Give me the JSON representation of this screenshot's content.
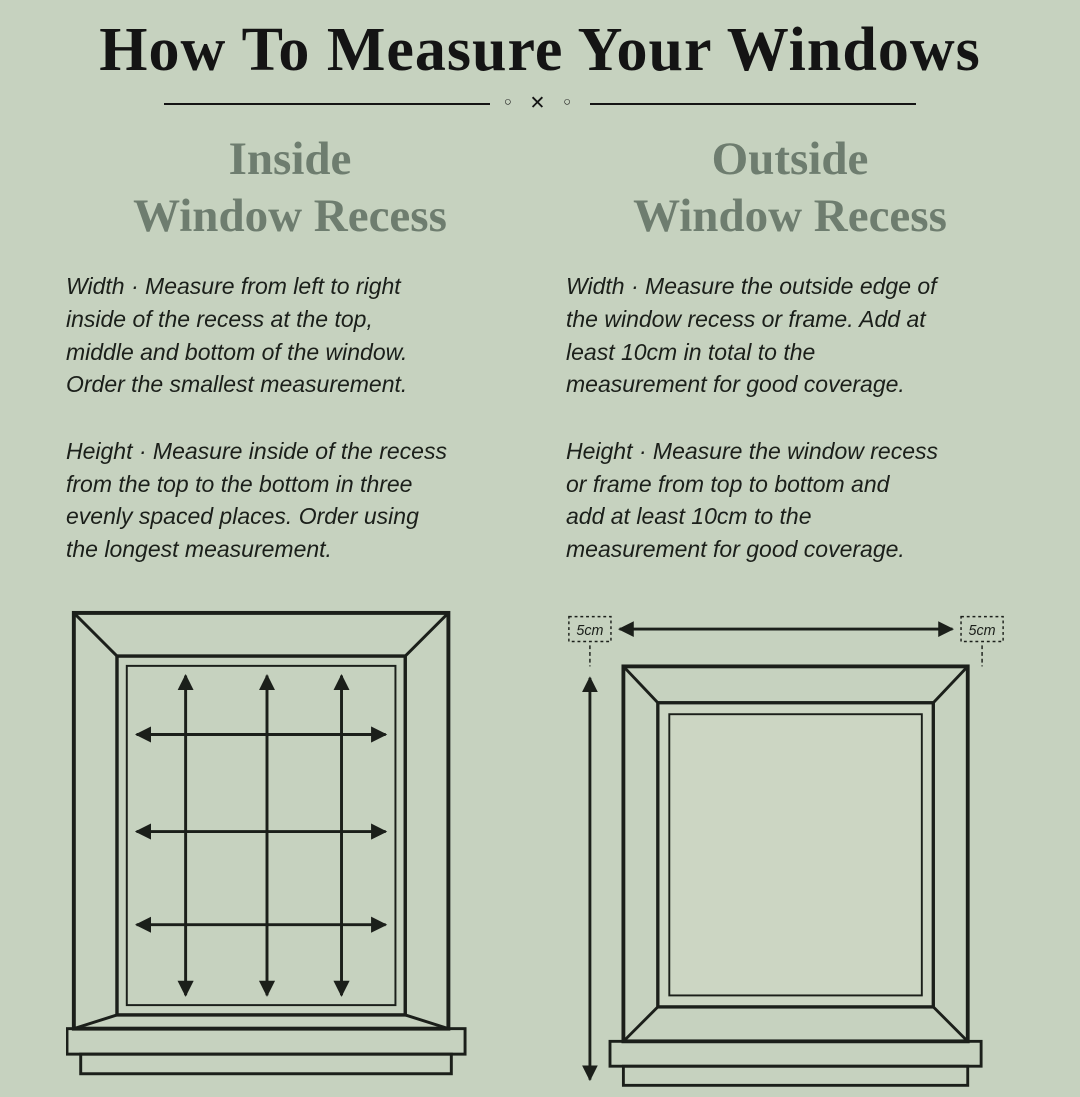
{
  "poster": {
    "title": "How To Measure Your Windows",
    "ornament": "◦ ✕ ◦"
  },
  "inside": {
    "heading": "Inside\nWindow Recess",
    "width_text": "Width · Measure from left to right\ninside of the recess at the top,\nmiddle and bottom of the window.\nOrder the smallest measurement.",
    "height_text": "Height · Measure inside of the recess\nfrom the top to the bottom in three\nevenly spaced places. Order using\nthe longest measurement."
  },
  "outside": {
    "heading": "Outside\nWindow Recess",
    "width_text": "Width · Measure the outside edge of\nthe window recess or frame. Add at\nleast 10cm in total to the\nmeasurement for good coverage.",
    "height_text": "Height · Measure the window recess\nor frame from top to bottom and\nadd at least 10cm to the\nmeasurement for good coverage.",
    "margin_label_left": "5cm",
    "margin_label_right": "5cm"
  },
  "colors": {
    "background": "#c6d2bf",
    "ink": "#1b1f1a",
    "heading": "#6e7d6f",
    "title": "#141414"
  }
}
